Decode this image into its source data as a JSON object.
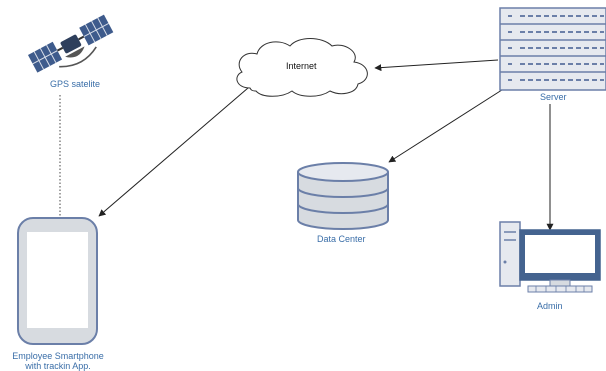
{
  "nodes": {
    "satellite": {
      "label": "GPS satelite"
    },
    "internet": {
      "label": "Internet"
    },
    "server": {
      "label": "Server"
    },
    "datacenter": {
      "label": "Data Center"
    },
    "admin": {
      "label": "Admin"
    },
    "smartphone": {
      "label_line1": "Employee Smartphone",
      "label_line2": "with trackin App."
    }
  },
  "colors": {
    "label_blue": "#3a6ea8",
    "device_stroke": "#6b7fa8",
    "device_fill": "#d7dbe0",
    "server_fill": "#e6e9ef",
    "monitor_blue": "#44638f",
    "edge": "#222222",
    "cloud_stroke": "#333333"
  },
  "icons": {
    "satellite": "satellite-icon",
    "internet": "cloud-icon",
    "server": "server-rack-icon",
    "datacenter": "database-icon",
    "admin": "desktop-computer-icon",
    "smartphone": "smartphone-icon"
  }
}
